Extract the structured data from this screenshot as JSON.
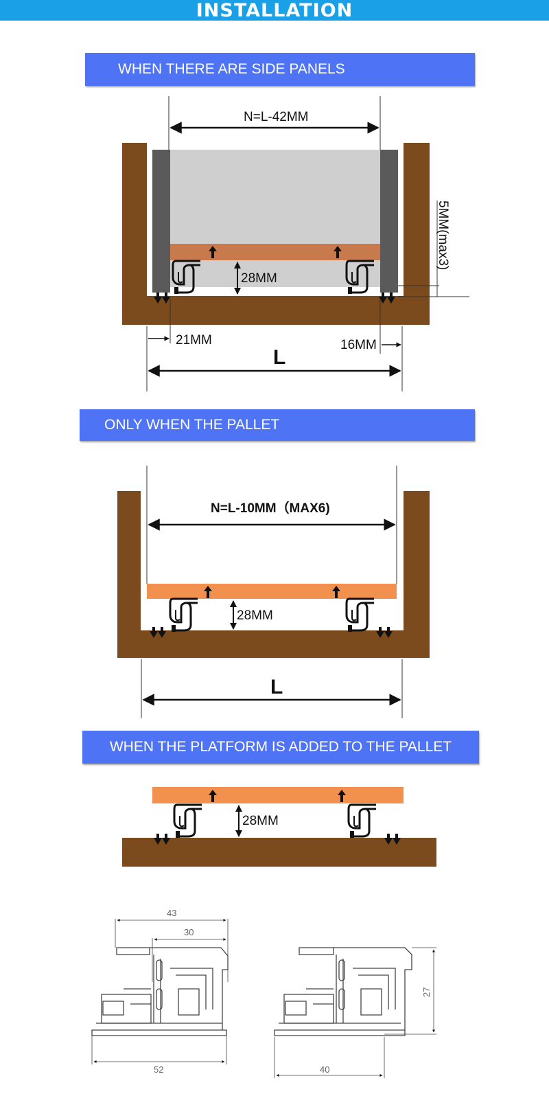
{
  "header": {
    "title": "INSTALLATION"
  },
  "sections": [
    {
      "title": "WHEN THERE ARE SIDE PANELS"
    },
    {
      "title": "ONLY WHEN THE PALLET"
    },
    {
      "title": "WHEN THE PLATFORM IS ADDED TO THE PALLET"
    }
  ],
  "diagram1": {
    "n_label": "N=L-42MM",
    "height_label": "28MM",
    "side_gap_label": "5MM(max3)",
    "left_offset_label": "21MM",
    "right_offset_label": "16MM",
    "width_label": "L"
  },
  "diagram2": {
    "n_label": "N=L-10MM（MAX6)",
    "height_label": "28MM",
    "width_label": "L"
  },
  "diagram3": {
    "height_label": "28MM"
  },
  "technical": {
    "left": {
      "top_width": "43",
      "inner_width": "30",
      "bottom_width": "52"
    },
    "right": {
      "height": "27",
      "bottom_width": "40"
    }
  },
  "colors": {
    "wood": "#7b4a1d",
    "panel": "#5a5a5a",
    "drawer_box": "#cfcfcf",
    "pallet_muted": "#c97a4c",
    "pallet": "#f2914e",
    "section_bar": "#4f73f5",
    "banner": "#1aa0e6"
  }
}
